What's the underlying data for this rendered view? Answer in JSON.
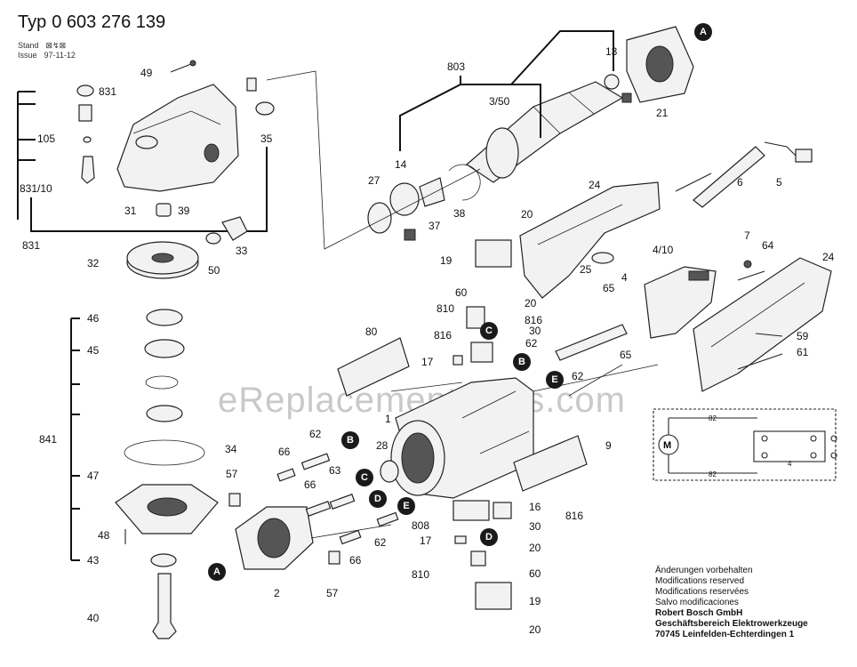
{
  "header": {
    "typ_label": "Typ",
    "typ_number": "0 603 276 139",
    "stand_label": "Stand",
    "stand_value": "⊠↯⊠",
    "issue_label": "Issue",
    "issue_value": "97-11-12"
  },
  "watermark": "eReplacementParts.com",
  "callouts": {
    "a": "A",
    "b": "B",
    "c": "C",
    "d": "D",
    "e": "E"
  },
  "parts": {
    "p49": "49",
    "p831a": "831",
    "p105": "105",
    "p831_10": "831/10",
    "p831b": "831",
    "p31": "31",
    "p39": "39",
    "p35": "35",
    "p33": "33",
    "p50": "50",
    "p32": "32",
    "p46": "46",
    "p45": "45",
    "p841": "841",
    "p34": "34",
    "p47": "47",
    "p48": "48",
    "p43": "43",
    "p40": "40",
    "p803": "803",
    "p13": "13",
    "p3_50": "3/50",
    "p21": "21",
    "p14": "14",
    "p27": "27",
    "p37": "37",
    "p38": "38",
    "p24a": "24",
    "p6": "6",
    "p5": "5",
    "p20a": "20",
    "p19a": "19",
    "p25": "25",
    "p4_10": "4/10",
    "p4": "4",
    "p7": "7",
    "p64": "64",
    "p24b": "24",
    "p60a": "60",
    "p20b": "20",
    "p810a": "810",
    "p816a": "816",
    "p30a": "30",
    "p816b": "816",
    "p62a": "62",
    "p65a": "65",
    "p65b": "65",
    "p17a": "17",
    "p62b": "62",
    "p59": "59",
    "p61": "61",
    "p80": "80",
    "p1": "1",
    "p9": "9",
    "p28": "28",
    "p62c": "62",
    "p66a": "66",
    "p57a": "57",
    "p66b": "66",
    "p63": "63",
    "p62d": "62",
    "p66c": "66",
    "p57b": "57",
    "p2": "2",
    "p808": "808",
    "p16": "16",
    "p816c": "816",
    "p17b": "17",
    "p30b": "30",
    "p20c": "20",
    "p810b": "810",
    "p60b": "60",
    "p19b": "19",
    "p20d": "20",
    "p82a": "82",
    "p82b": "82",
    "p4s": "4"
  },
  "footer": {
    "line1": "Änderungen vorbehalten",
    "line2": "Modifications reserved",
    "line3": "Modifications reservées",
    "line4": "Salvo modificaciones",
    "company": "Robert Bosch GmbH",
    "division": "Geschäftsbereich Elektrowerkzeuge",
    "address": "70745 Leinfelden-Echterdingen 1"
  }
}
